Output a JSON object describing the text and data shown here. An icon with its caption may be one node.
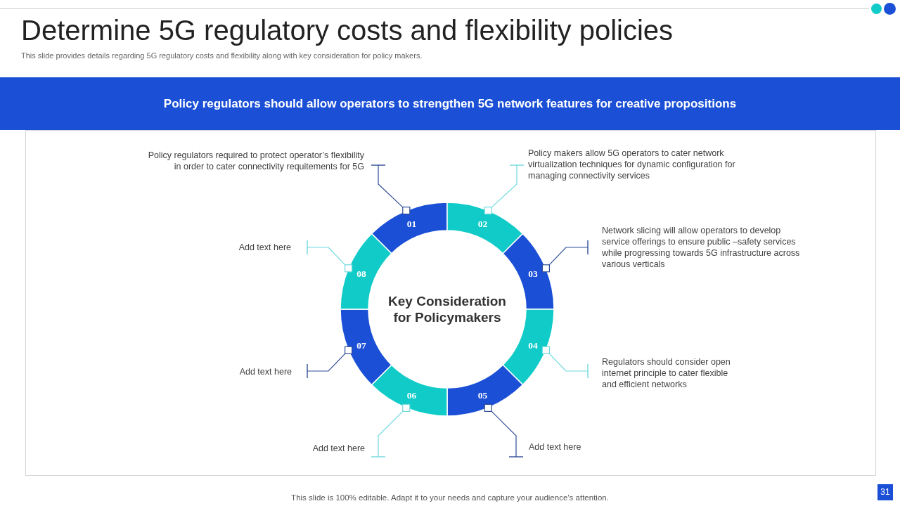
{
  "diagram": {
    "title": "Determine 5G regulatory costs and flexibility policies",
    "nodes": [
      {
        "text": [
          "Policy regulators should allow operators to strengthen 5G network features for creative propositions"
        ]
      },
      {
        "text": [
          "Key Consideration for Policymakers"
        ]
      },
      {
        "text": [
          "01"
        ]
      },
      {
        "text": [
          "02"
        ]
      },
      {
        "text": [
          "03"
        ]
      },
      {
        "text": [
          "04"
        ]
      },
      {
        "text": [
          "05"
        ]
      },
      {
        "text": [
          "06"
        ]
      },
      {
        "text": [
          "07"
        ]
      },
      {
        "text": [
          "08"
        ]
      },
      {
        "text": [
          "Policy regulators required to protect operator’s flexibility in order to cater connectivity requitements for 5G"
        ]
      },
      {
        "text": [
          "Policy makers allow 5G operators to cater network virtualization techniques for dynamic configuration for managing connectivity services"
        ]
      },
      {
        "text": [
          "Network slicing will allow operators to develop service offerings to ensure public –safety services while progressing towards 5G infrastructure across various verticals"
        ]
      },
      {
        "text": [
          "Regulators should consider open internet principle to cater flexible and efficient networks"
        ]
      },
      {
        "text": [
          "Add text here"
        ]
      },
      {
        "text": [
          "Add text here"
        ]
      },
      {
        "text": [
          "Add text here"
        ]
      },
      {
        "text": [
          "Add text here"
        ]
      }
    ],
    "edges": [
      {
        "from": 10,
        "to": 2,
        "arrow": "other",
        "color": "#2e4d96"
      },
      {
        "from": 11,
        "to": 3,
        "arrow": "other",
        "color": "#6fd9df"
      },
      {
        "from": 12,
        "to": 4,
        "arrow": "other",
        "color": "#2e4d96"
      },
      {
        "from": 13,
        "to": 5,
        "arrow": "other",
        "color": "#6fd9df"
      },
      {
        "from": 14,
        "to": 6,
        "arrow": "other",
        "color": "#2e4d96"
      },
      {
        "from": 15,
        "to": 7,
        "arrow": "other",
        "color": "#6fd9df"
      },
      {
        "from": 16,
        "to": 8,
        "arrow": "other",
        "color": "#2e4d96"
      },
      {
        "from": 17,
        "to": 9,
        "arrow": "other",
        "color": "#6fd9df"
      }
    ],
    "labels": [
      "This slide provides details regarding 5G regulatory costs and flexibility along with key consideration for policy makers.",
      "This slide is 100% editable. Adapt it to your needs and capture your audience’s attention.",
      "31"
    ]
  }
}
